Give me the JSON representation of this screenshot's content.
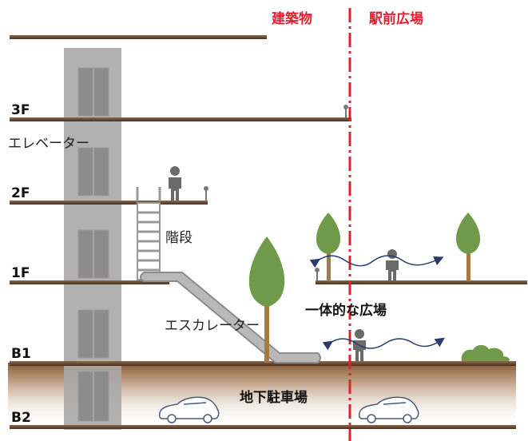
{
  "zones": {
    "building": "建築物",
    "plaza": "駅前広場"
  },
  "floors": [
    "3F",
    "2F",
    "1F",
    "B1",
    "B2"
  ],
  "labels": {
    "elevator": "エレベーター",
    "stairs": "階段",
    "escalator": "エスカレーター",
    "integrated_plaza": "一体的な広場",
    "underground_parking": "地下駐車場"
  },
  "colors": {
    "slab": "#6b4a2e",
    "ground": "#8a5a35",
    "boundary": "#e02030",
    "tree": "#6e9a4a",
    "trunk": "#a77a44",
    "elevator": "#a8a8a8",
    "person": "#6a6a6a",
    "arrow": "#2a3a6a"
  }
}
